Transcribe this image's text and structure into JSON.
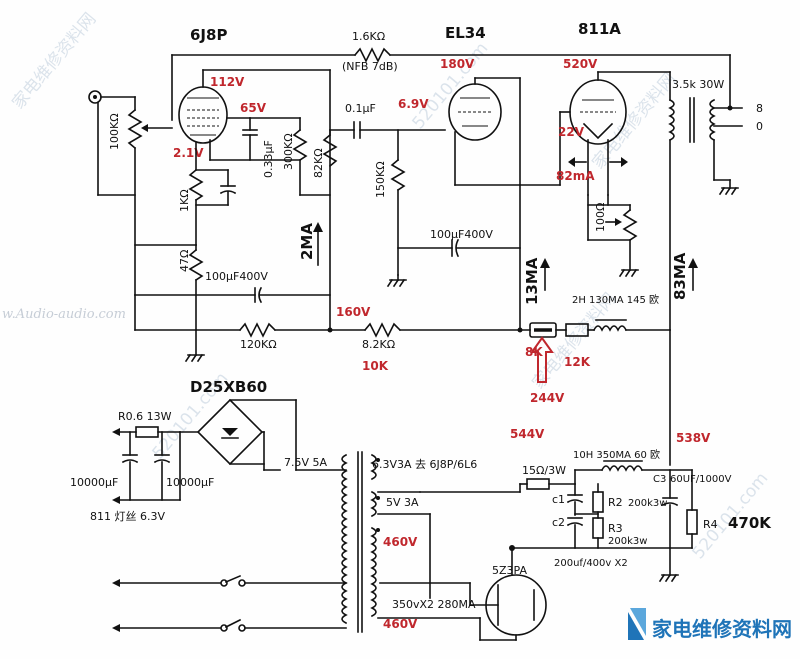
{
  "tubes": {
    "v1": "6J8P",
    "v2": "EL34",
    "v3": "811A"
  },
  "components": {
    "nfb_resistor": "1.6KΩ",
    "nfb_note": "(NFB 7dB)",
    "vol_pot": "100KΩ",
    "r_cathode_v1a": "1KΩ",
    "c_coupling_v1": "0.33μF",
    "r_screen_v1": "300KΩ",
    "r_plate_v1": "82KΩ",
    "c_coupling": "0.1μF",
    "r_grid_el34": "150KΩ",
    "c_el34_cathode": "100μF400V",
    "r_cathode_v1b": "47Ω",
    "c_bypass_v1": "100μF400V",
    "r_bottom_1": "120KΩ",
    "r_bottom_2": "8.2KΩ",
    "output_transformer": "3.5k  30W",
    "tap_8": "8",
    "tap_0": "0",
    "hum_pot": "100Ω",
    "choke_1": "2H  130MA  145 欧",
    "rectifier_bridge": "D25XB60",
    "filament_resistor": "R0.6  13W",
    "cap_filament_1": "10000μF",
    "cap_filament_2": "10000μF",
    "filament_label": "811 灯丝 6.3V",
    "pt_75v": "7.5V  5A",
    "pt_63v": "6.3V3A 去 6J8P/6L6",
    "pt_5v": "5V  3A",
    "pt_hv": "350vX2  280MA",
    "r_hv": "15Ω/3W",
    "choke_2": "10H  350MA  60 欧",
    "c3": "C3",
    "c3_value": "60UF/1000V",
    "c1": "c1",
    "c2": "c2",
    "r2": "R2",
    "r2_value": "200k3w",
    "r3": "R3",
    "r3_value": "200k3w",
    "r4": "R4",
    "r4_value": "470K",
    "c12_value": "200uf/400v X2",
    "rect_tube": "5Z3PA"
  },
  "measurements": {
    "v1_plate": "112V",
    "v1_screen": "65V",
    "v1_cathode": "2.1V",
    "el34_grid": "6.9V",
    "el34_plate": "180V",
    "v3_plate": "520V",
    "v3_grid": "22V",
    "v3_current": "82mA",
    "current_2ma": "2MA",
    "current_13ma": "13MA",
    "current_83ma": "83MA",
    "node_160v": "160V",
    "res_10k": "10K",
    "res_8k": "8K",
    "res_12k": "12K",
    "node_244v": "244V",
    "node_544v": "544V",
    "node_538v": "538V",
    "hv_460_top": "460V",
    "hv_460_bottom": "460V"
  },
  "watermarks": {
    "audio": "w.Audio-audio.com",
    "site": "520101.com",
    "cn": "家电维修资料网",
    "logo": "家电维修资料网",
    "logo_url": "www.520101.com"
  },
  "colors": {
    "annotation": "#c0272d",
    "logo": "#1f74b8"
  }
}
